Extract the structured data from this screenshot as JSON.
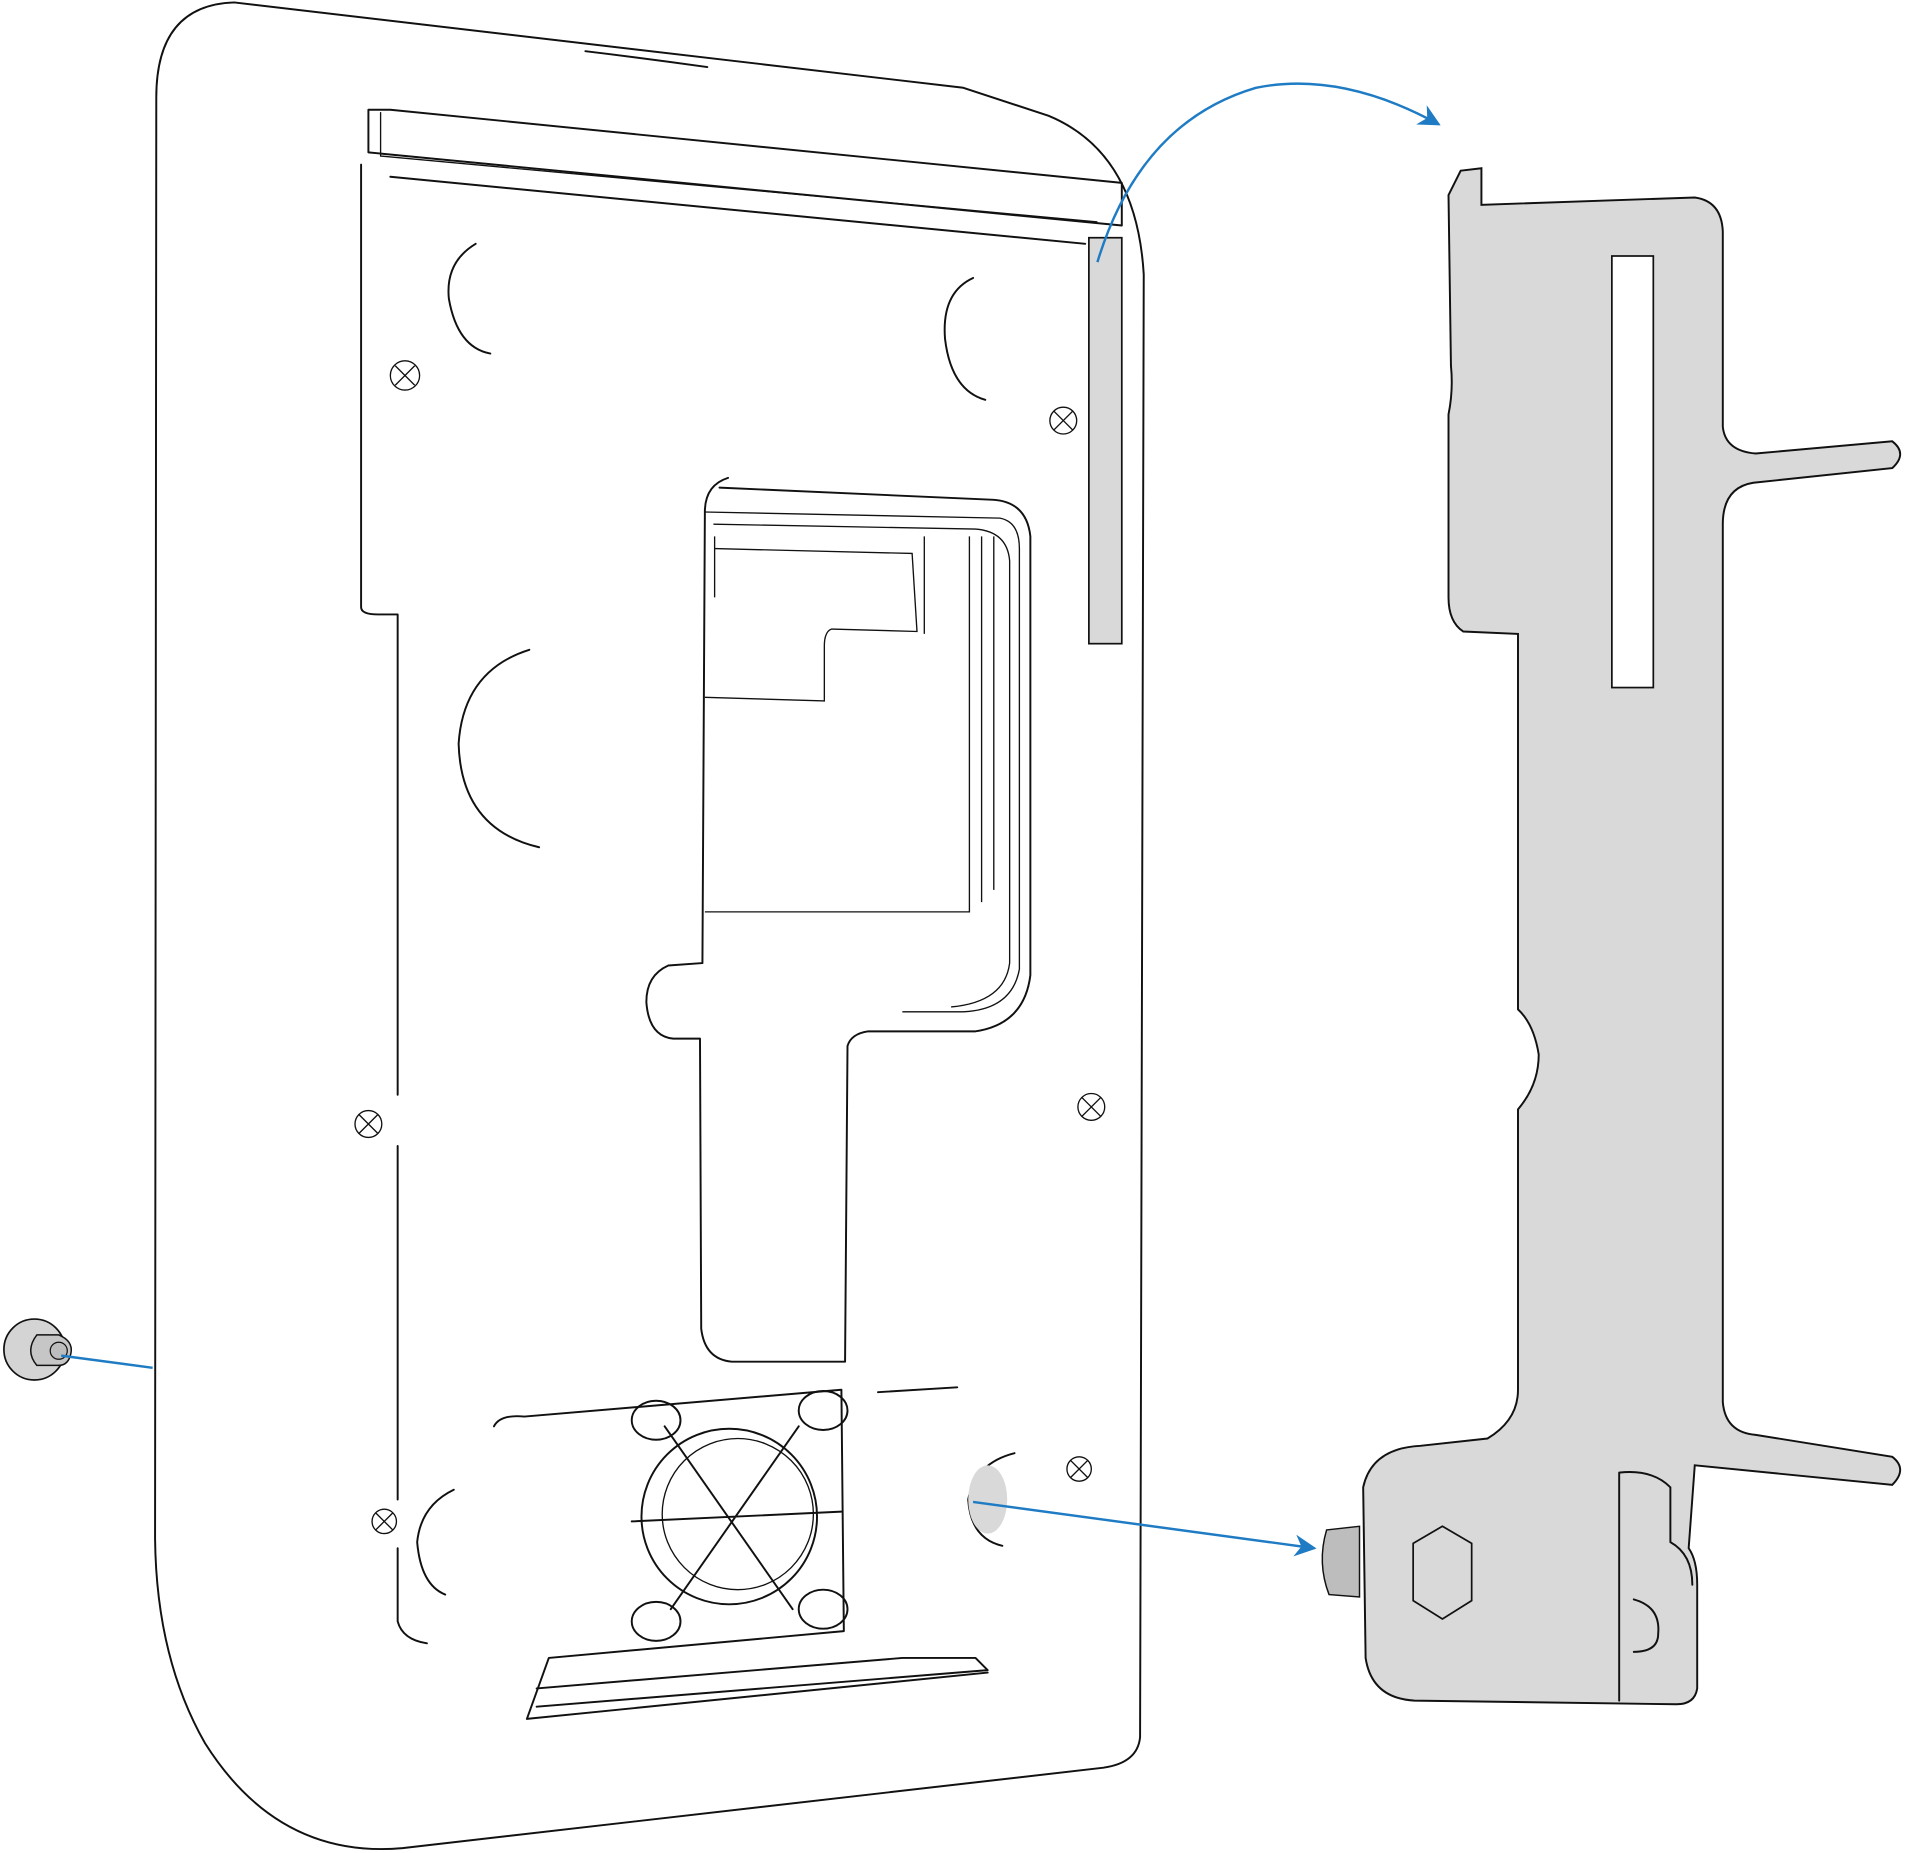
{
  "diagram": {
    "colors": {
      "line": "#111111",
      "part_fill": "#d9d9d9",
      "arrow": "#1f7cc4",
      "background": "#ffffff"
    },
    "parts": [
      "housing",
      "mounting-bracket",
      "shoulder-screw"
    ],
    "arrows": [
      "bracket-removal-arrow",
      "screw-insertion-arrow",
      "screw-leader-line"
    ]
  }
}
